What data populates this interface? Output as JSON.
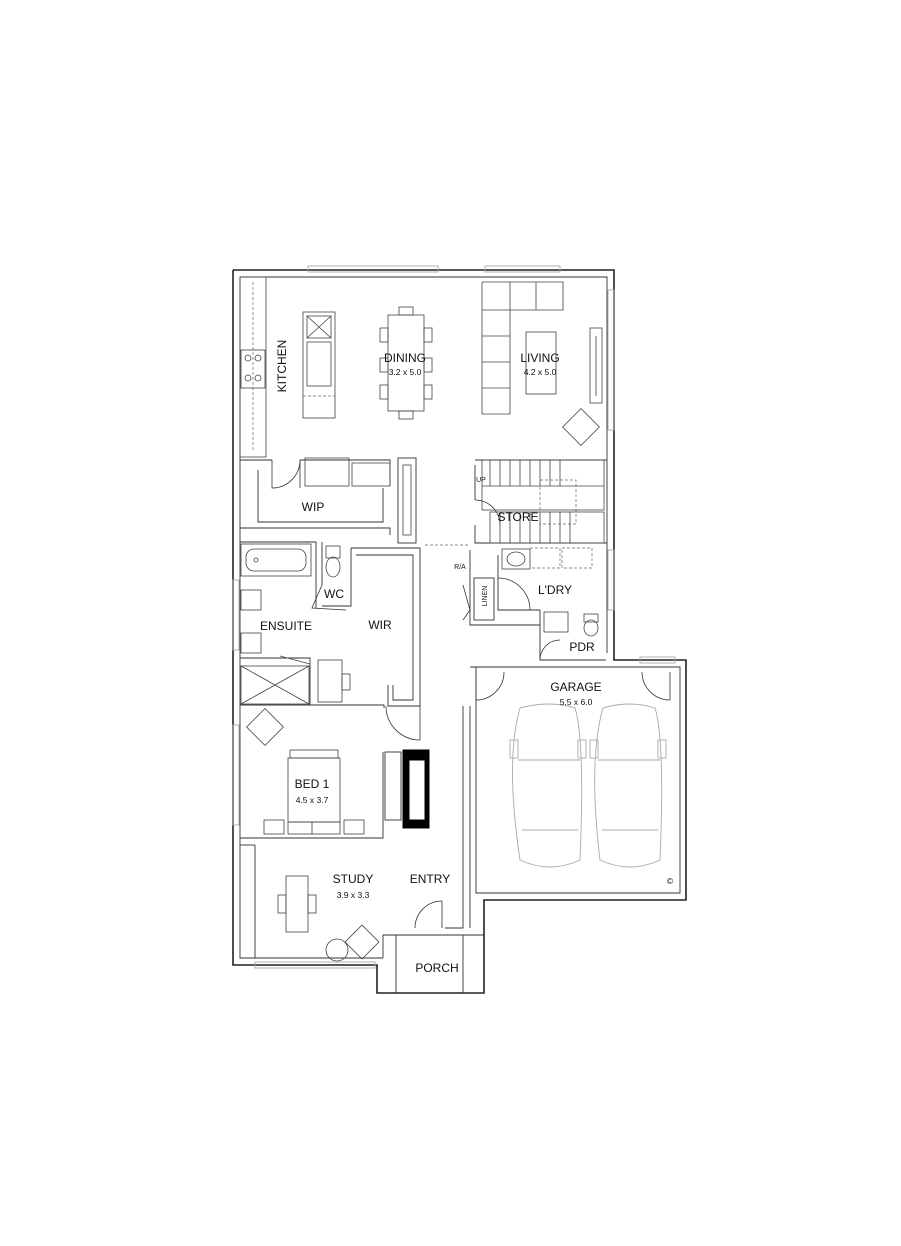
{
  "rooms": {
    "kitchen": {
      "name": "KITCHEN"
    },
    "dining": {
      "name": "DINING",
      "dim": "3.2 x 5.0"
    },
    "living": {
      "name": "LIVING",
      "dim": "4.2 x 5.0"
    },
    "wip": {
      "name": "WIP"
    },
    "store": {
      "name": "STORE"
    },
    "wc": {
      "name": "WC"
    },
    "ensuite": {
      "name": "ENSUITE"
    },
    "wir": {
      "name": "WIR"
    },
    "linen": {
      "name": "LINEN"
    },
    "ldry": {
      "name": "L'DRY"
    },
    "pdr": {
      "name": "PDR"
    },
    "garage": {
      "name": "GARAGE",
      "dim": "5.5 x 6.0"
    },
    "bed1": {
      "name": "BED 1",
      "dim": "4.5 x 3.7"
    },
    "study": {
      "name": "STUDY",
      "dim": "3.9 x 3.3"
    },
    "entry": {
      "name": "ENTRY"
    },
    "porch": {
      "name": "PORCH"
    }
  },
  "annotations": {
    "ra": "R/A",
    "up": "UP",
    "copyright": "©"
  }
}
